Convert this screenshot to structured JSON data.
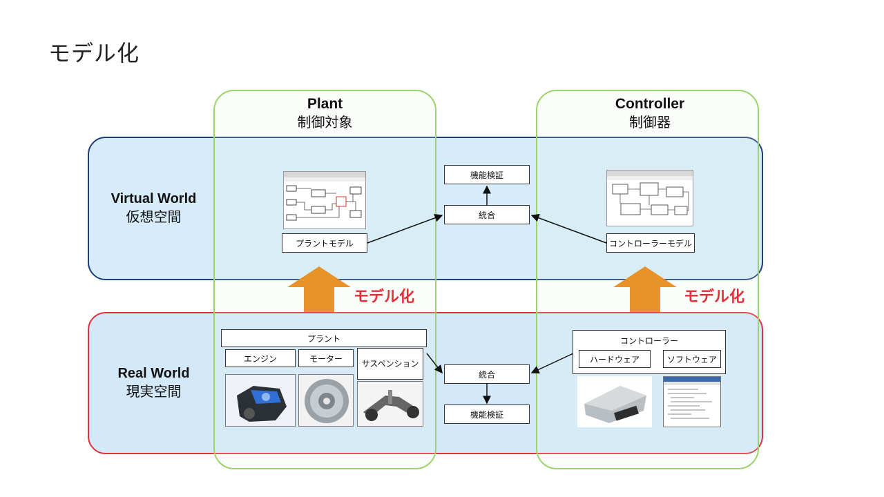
{
  "title": "モデル化",
  "columns": {
    "plant": {
      "en": "Plant",
      "ja": "制御対象"
    },
    "controller": {
      "en": "Controller",
      "ja": "制御器"
    }
  },
  "rows": {
    "virtual": {
      "en": "Virtual World",
      "ja": "仮想空間"
    },
    "real": {
      "en": "Real World",
      "ja": "現実空間"
    }
  },
  "virtual": {
    "plant_model": "プラントモデル",
    "controller_model": "コントローラーモデル",
    "integration": "統合",
    "verification": "機能検証"
  },
  "real": {
    "plant": "プラント",
    "plant_parts": [
      "エンジン",
      "モーター",
      "サスペンション"
    ],
    "controller": "コントローラー",
    "controller_parts": [
      "ハードウェア",
      "ソフトウェア"
    ],
    "integration": "統合",
    "verification": "機能検証"
  },
  "modeling_label": "モデル化",
  "colors": {
    "virtual_border": "#1c3e7c",
    "real_border": "#e0303a",
    "column_border": "#9ad46b",
    "arrow": "#e8932a"
  }
}
